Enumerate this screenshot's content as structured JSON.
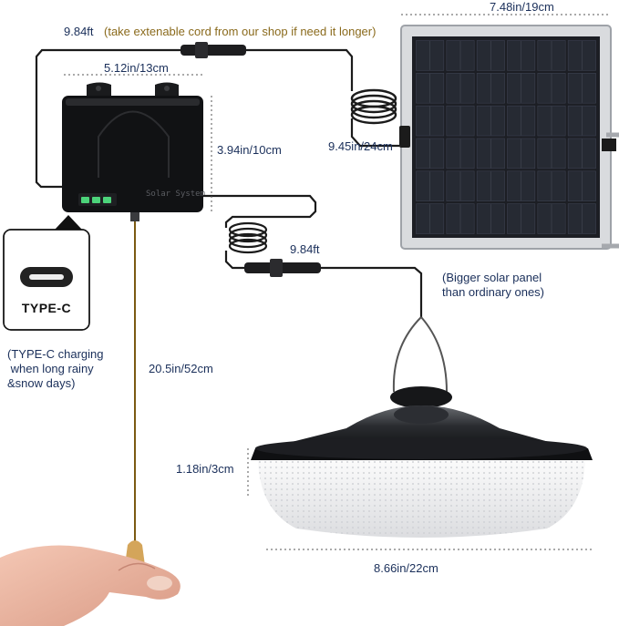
{
  "cord_length_label": "9.84ft",
  "cord_note": "(take extenable cord from our shop if need it longer)",
  "box_width_label": "5.12in/13cm",
  "box_height_label": "3.94in/10cm",
  "panel_width_label": "7.48in/19cm",
  "panel_height_label": "9.45in/24cm",
  "light_cord_label": "9.84ft",
  "panel_note_line1": "(Bigger solar panel",
  "panel_note_line2": "than ordinary ones)",
  "usb_port_label": "TYPE-C",
  "usb_note_line1": "(TYPE-C charging",
  "usb_note_line2": " when long rainy",
  "usb_note_line3": "&snow days)",
  "pull_cord_label": "20.5in/52cm",
  "lamp_height_label": "1.18in/3cm",
  "lamp_diameter_label": "8.66in/22cm",
  "box_label_text": "Solar System",
  "colors": {
    "text": "#1a2f5a",
    "note": "#8a6a1c"
  }
}
